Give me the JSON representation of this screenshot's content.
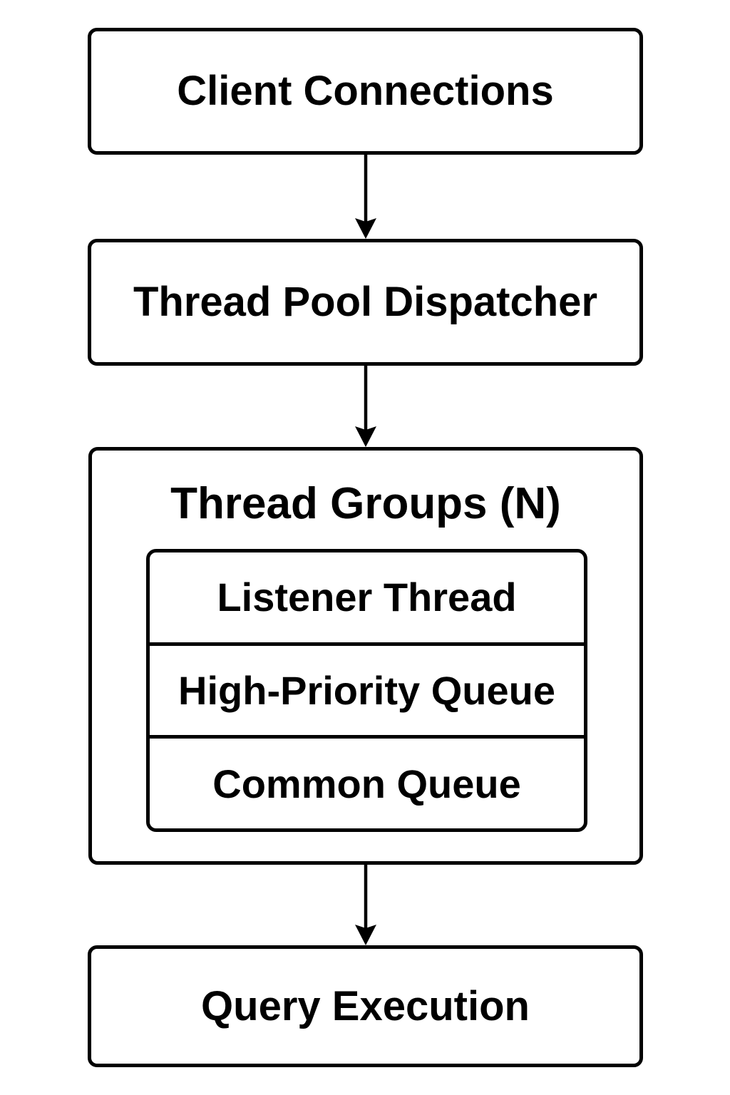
{
  "diagram": {
    "colors": {
      "background": "#ffffff",
      "stroke": "#000000",
      "text": "#000000"
    },
    "nodes": {
      "client_connections": {
        "label": "Client Connections"
      },
      "thread_pool_dispatcher": {
        "label": "Thread Pool Dispatcher"
      },
      "thread_groups": {
        "label": "Thread Groups (N)",
        "children": [
          {
            "label": "Listener Thread"
          },
          {
            "label": "High-Priority Queue"
          },
          {
            "label": "Common Queue"
          }
        ]
      },
      "query_execution": {
        "label": "Query Execution"
      }
    },
    "edges": [
      {
        "from": "client_connections",
        "to": "thread_pool_dispatcher"
      },
      {
        "from": "thread_pool_dispatcher",
        "to": "thread_groups"
      },
      {
        "from": "thread_groups",
        "to": "query_execution"
      }
    ]
  }
}
